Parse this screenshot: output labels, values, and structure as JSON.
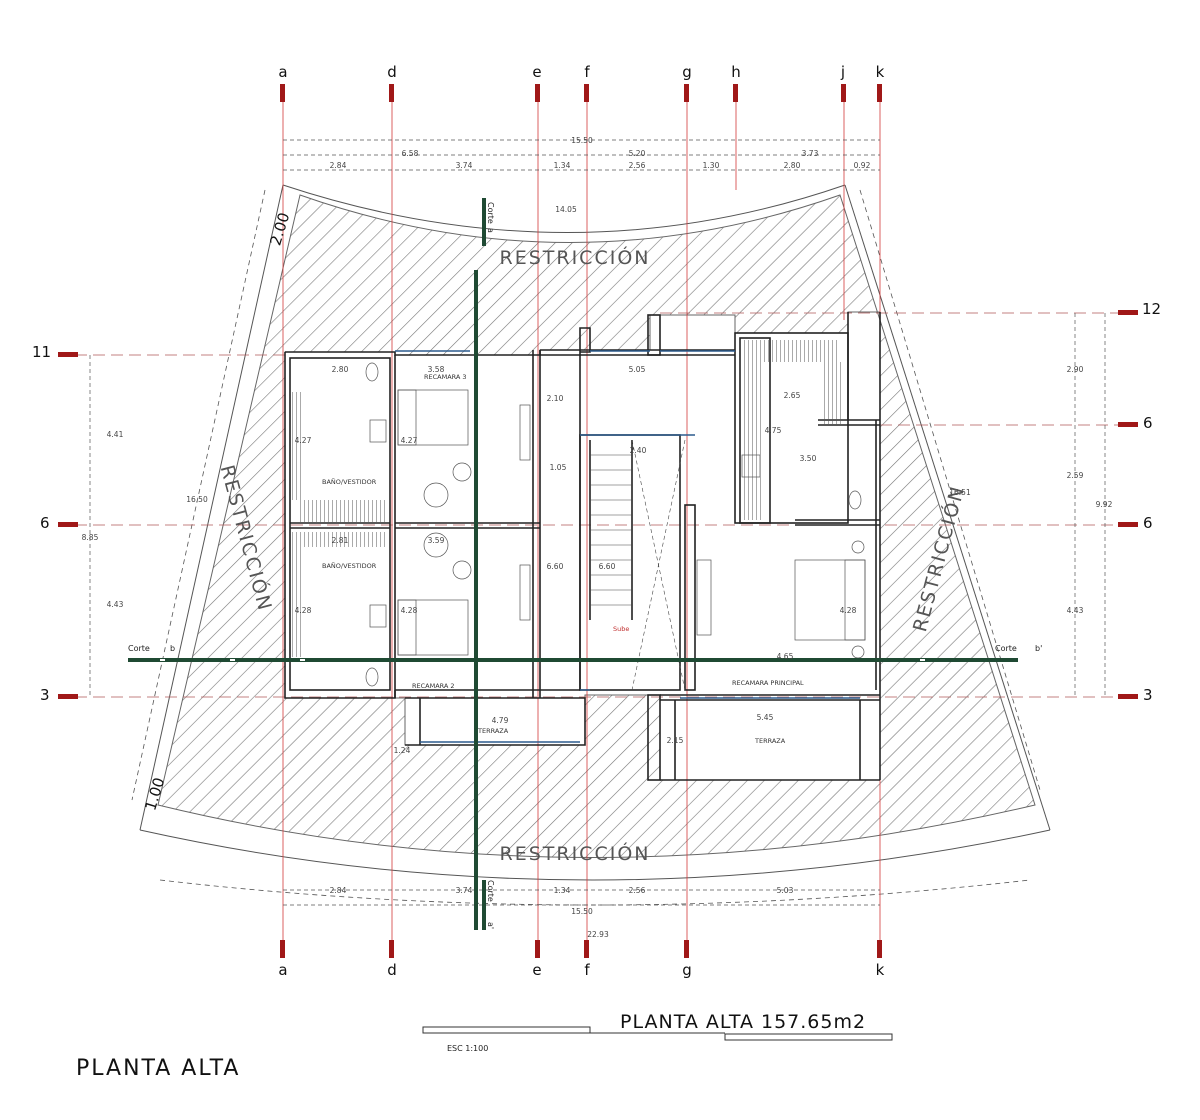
{
  "plan": {
    "axes_top": [
      "a",
      "d",
      "e",
      "f",
      "g",
      "h",
      "j",
      "k"
    ],
    "axes_bottom": [
      "a",
      "d",
      "e",
      "f",
      "g",
      "k"
    ],
    "axes_left": [
      "11",
      "6",
      "3"
    ],
    "axes_right": [
      "12",
      "6",
      "6",
      "3"
    ],
    "top_dims": {
      "overall": "15.50",
      "group_1": "6.58",
      "group_2": "5.20",
      "group_3": "3.73",
      "segments": [
        "2.84",
        "3.74",
        "1.34",
        "2.56",
        "1.30",
        "2.80",
        "0.92"
      ]
    },
    "bottom_dims": {
      "segments": [
        "2.84",
        "3.74",
        "1.34",
        "2.56",
        "5.03"
      ],
      "overall": "15.50"
    },
    "left_dims": {
      "d1": "4.41",
      "d2": "4.43",
      "total": "8.85",
      "diag": "16.50",
      "offset_top": "2.00",
      "offset_bottom": "1.00"
    },
    "right_dims": {
      "d1": "2.90",
      "d2": "2.59",
      "d3": "4.43",
      "total": "9.92",
      "diag": "16.51"
    },
    "arc_top": "14.05",
    "arc_bottom": "22.93",
    "restriction_label": "RESTRICCIÓN",
    "section_labels": {
      "corte_b": "Corte",
      "b": "b",
      "b_prime": "b'",
      "corte_a": "Corte",
      "a": "a",
      "a_prime": "a'"
    },
    "rooms": {
      "recamara_3": "RECAMARA 3",
      "recamara_2": "RECAMARA 2",
      "recamara_principal": "RECAMARA PRINCIPAL",
      "bano_vestidor_1": "BAÑO/VESTIDOR",
      "bano_vestidor_2": "BAÑO/VESTIDOR",
      "terraza_1": "TERRAZA",
      "terraza_2": "TERRAZA",
      "sube": "Sube"
    },
    "interior_dims": {
      "r3_w": "3.58",
      "r3_bath": "2.80",
      "r3_h": "4.27",
      "r3_h2": "4.27",
      "r2_w": "3.59",
      "r2_bath": "2.81",
      "r2_h": "4.28",
      "r2_h2": "4.28",
      "hall_w": "5.05",
      "hall_h": "2.10",
      "hall_h2": "1.05",
      "hall_h3": "6.60",
      "stair_w": "2.40",
      "stair_h": "6.60",
      "closet_w": "2.65",
      "closet_h": "4.75",
      "bath_w": "3.50",
      "master_w": "4.65",
      "master_h": "4.28",
      "terrace1_w": "4.79",
      "terrace1_h": "1.24",
      "terrace2_w": "5.45",
      "terrace2_h": "2.15"
    },
    "scale_label": "ESC 1:100",
    "area_title": "PLANTA ALTA 157.65m2",
    "main_title": "PLANTA ALTA"
  }
}
